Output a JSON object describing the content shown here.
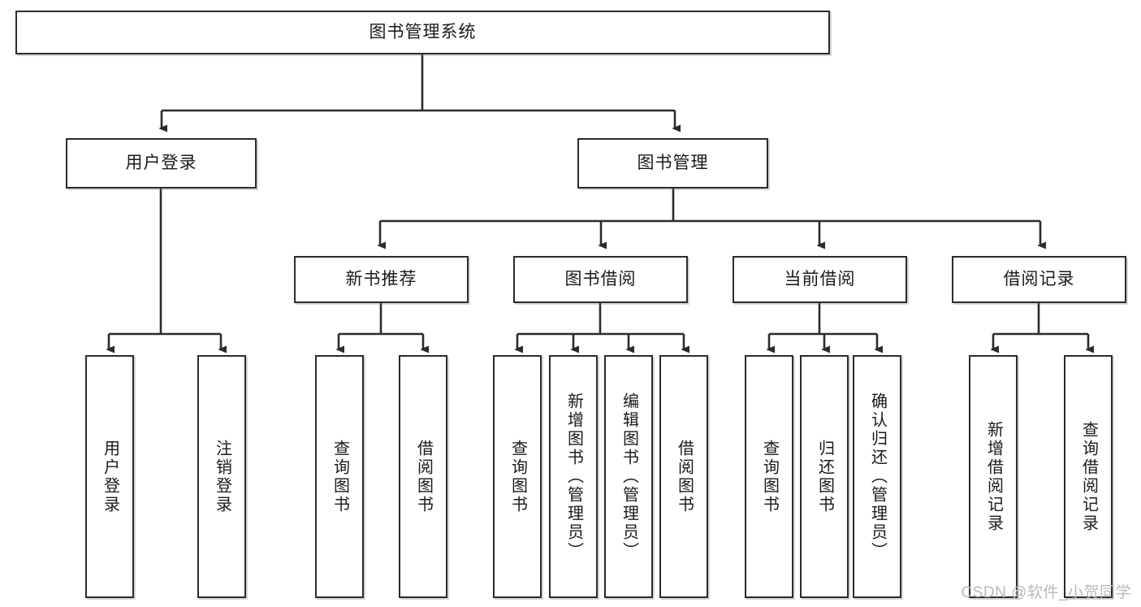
{
  "diagram": {
    "title": "图书管理系统",
    "watermark": "CSDN @软件_小贺同学",
    "line_color": "#2b2b2b",
    "box_border_color": "#2b2b2b",
    "box_fill_color": "#ffffff",
    "watermark_color": "#b9b9b9",
    "type": "hierarchy-tree",
    "nodes": {
      "root": "图书管理系统",
      "level2": [
        "用户登录",
        "图书管理"
      ],
      "level3": [
        "新书推荐",
        "图书借阅",
        "当前借阅",
        "借阅记录"
      ],
      "leaves": {
        "user_login": [
          "用户登录",
          "注销登录"
        ],
        "new_book": [
          "查询图书",
          "借阅图书"
        ],
        "book_borrow": [
          "查询图书",
          "新增图书（管理员）",
          "编辑图书（管理员）",
          "借阅图书"
        ],
        "current_borrow": [
          "查询图书",
          "归还图书",
          "确认归还（管理员）"
        ],
        "borrow_record": [
          "新增借阅记录",
          "查询借阅记录"
        ]
      }
    }
  }
}
